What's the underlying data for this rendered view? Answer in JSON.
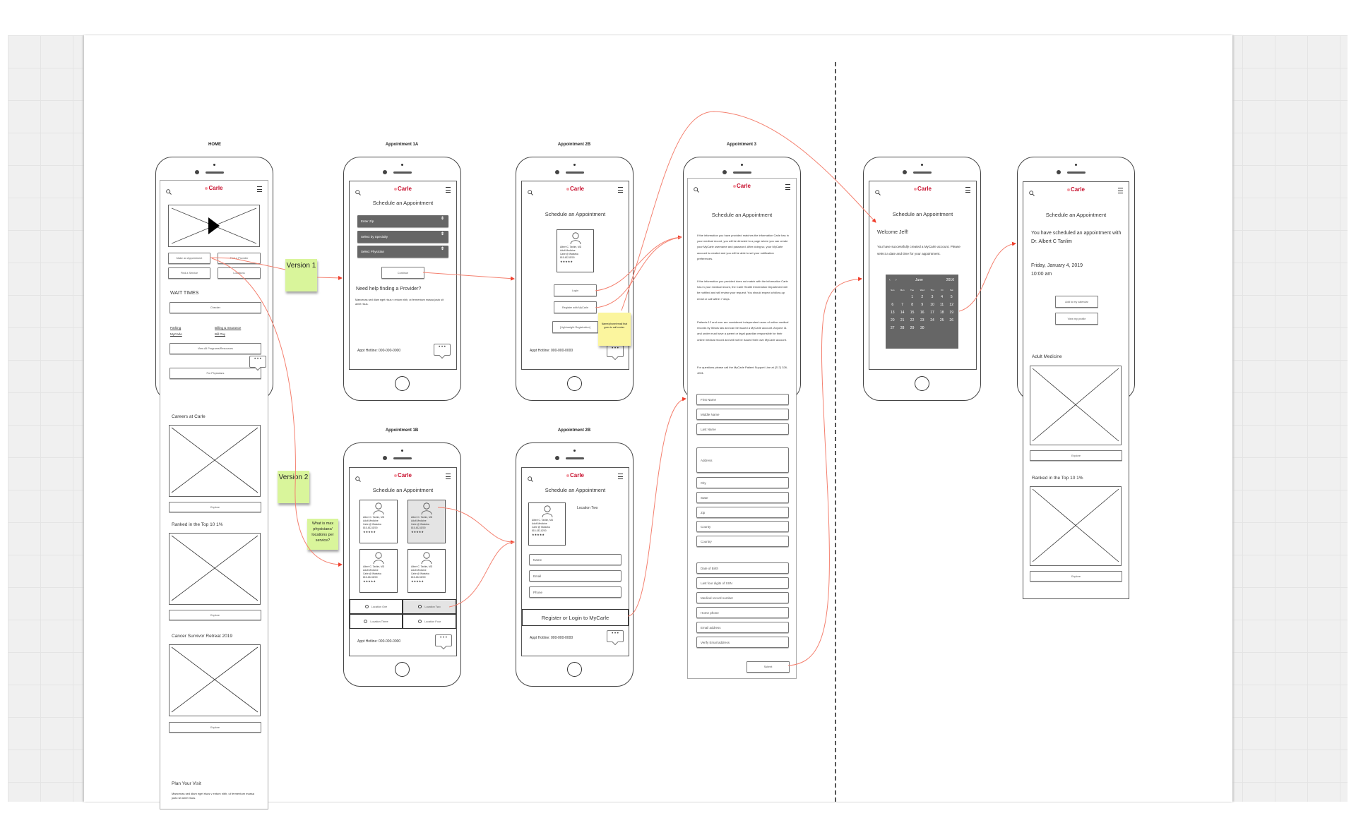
{
  "labels": {
    "home": "HOME",
    "a1a": "Appointment 1A",
    "a2b": "Appointment 2B",
    "a3": "Appointment 3",
    "a1b": "Appointment 1B",
    "a2b_lower": "Appointment 2B"
  },
  "brand": {
    "logo": "Carle",
    "color": "#c8102e"
  },
  "common": {
    "schedule_title": "Schedule an Appointment",
    "hotline": "Appt Hotline: 000-000-0000",
    "chat": "• • •",
    "explore": "Explore"
  },
  "doctor": {
    "name": "Albert C. Tanlim, MD",
    "specialty": "Adult Medicine",
    "location": "Carle @ Watseka",
    "phone": "815-432-8200",
    "stars": "★★★★★"
  },
  "home": {
    "buttons": [
      "Make an Appointment",
      "Find a Provider",
      "Find a Service",
      "Locations"
    ],
    "wait_times": "WAIT TIMES",
    "checker": "Checker",
    "links": [
      "Parking",
      "MyCarle",
      "Billing & Insurance",
      "Bill Pay"
    ],
    "view_all": "View All Programs/Resources",
    "for_physicians": "For Physicians",
    "sections": [
      "Careers at Carle",
      "Ranked in the Top 10 1%",
      "Cancer Survivor Retreat 2019"
    ],
    "plan_title": "Plan Your Visit",
    "plan_text": "Maecenas sed diam eget risus v entum nibh, ut fermentum massa justo sit amet risus."
  },
  "a1a": {
    "selects": [
      "Enter Zip",
      "Select by Specialty",
      "Select Physician"
    ],
    "continue": "Continue",
    "help_title": "Need help finding a Provider?",
    "help_text": "Maecenas sed diam eget risus v entum nibh, ut fermentum massa justo sit amet risus."
  },
  "a2b": {
    "login": "Login",
    "register": "Register with MyCarle",
    "lightweight": "[Lightweight Registration]",
    "sticky": "Name/phone/email that goes to call center."
  },
  "a3": {
    "paragraphs": [
      "If the information you have provided matches the information Carle has in your medical record, you will be directed to a page where you can create your MyCarle username and password. After doing so, your MyCarle account is created and you will be able to set your notification preferences.",
      "If the information you provided does not match with the information Carle has in your medical record, the Carle Health Information Department will be notified and will review your request. You should expect a follow-up email or call within 7 days.",
      "Patients 12 and over are considered independent users of online medical records by Illinois law and can be issued a MyCarle account. Anyone 11 and under must have a parent or legal guardian responsible for their online medical record and will not be issued their own MyCarle account.",
      "For questions please call the MyCarle Patient Support Line at (217) 326-4001."
    ],
    "fields": [
      "First Name",
      "Middle Name",
      "Last Name",
      "Address",
      "City",
      "State",
      "Zip",
      "County",
      "Country",
      "Date of Birth",
      "Last four digits of SSN",
      "Medical record number",
      "Home phone",
      "Email address",
      "Verify Email address"
    ],
    "submit": "Submit"
  },
  "welcome": {
    "greeting": "Welcome Jeff!",
    "text": "You have successfully created a MyCarle account. Please select a date and time for your appointment.",
    "calendar": {
      "month": "June",
      "year": "2016",
      "weekdays": [
        "Sun",
        "Mon",
        "Tue",
        "Wed",
        "Thu",
        "Fri",
        "Sat"
      ],
      "weeks": [
        [
          "",
          "",
          "1",
          "2",
          "3",
          "4",
          "5"
        ],
        [
          "6",
          "7",
          "8",
          "9",
          "10",
          "11",
          "12"
        ],
        [
          "13",
          "14",
          "15",
          "16",
          "17",
          "18",
          "19"
        ],
        [
          "20",
          "21",
          "22",
          "23",
          "24",
          "25",
          "26"
        ],
        [
          "27",
          "28",
          "29",
          "30",
          "",
          "",
          ""
        ]
      ]
    }
  },
  "final": {
    "message": "You have scheduled an appointment with Dr. Albert C Tanlim",
    "date": "Friday, January 4, 2019",
    "time": "10:00 am",
    "add_calendar": "Add to my calendar",
    "view_profile": "View my profile",
    "sections": [
      "Adult Medicine",
      "Ranked in the Top 10 1%"
    ]
  },
  "a1b": {
    "locations": [
      "Location One",
      "Location Two",
      "Location Three",
      "Location Four"
    ]
  },
  "a2b_lower": {
    "location": "Location Two",
    "fields": [
      "Name",
      "Email",
      "Phone"
    ],
    "register_login": "Register or Login to MyCarle"
  },
  "notes": {
    "version1": "Version 1",
    "version2": "Version 2",
    "question": "What is max physicians/ locations per service?"
  }
}
